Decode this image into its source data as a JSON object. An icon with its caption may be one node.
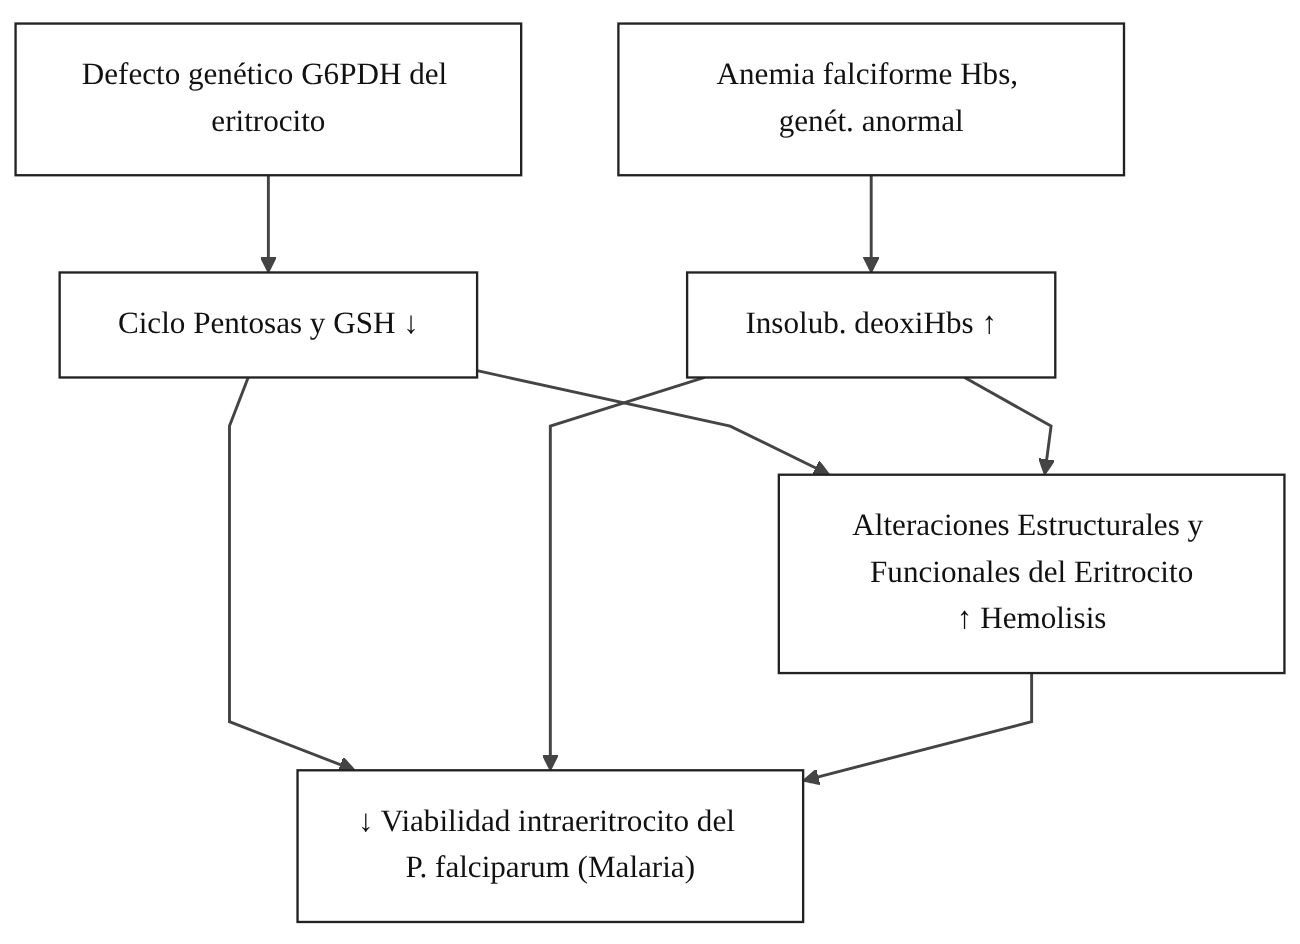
{
  "diagram": {
    "nodes": [
      {
        "text": [
          "Defecto genético G6PDH del eritrocito"
        ]
      },
      {
        "text": [
          "Anemia falciforme Hbs, genét. anormal"
        ]
      },
      {
        "text": [
          "Ciclo Pentosas y GSH ↓"
        ]
      },
      {
        "text": [
          "Insolub. deoxiHbs ↑"
        ]
      },
      {
        "text": [
          "Alteraciones Estructurales y Funcionales del Eritrocito",
          "↑ Hemolisis"
        ]
      },
      {
        "text": [
          "↓ Viabilidad intraeritrocito del P. falciparum (Malaria)"
        ]
      }
    ],
    "edges": [
      {
        "from": 0,
        "to": 2,
        "arrow": "to"
      },
      {
        "from": 1,
        "to": 3,
        "arrow": "to"
      },
      {
        "from": 2,
        "to": 4,
        "arrow": "to"
      },
      {
        "from": 3,
        "to": 4,
        "arrow": "to"
      },
      {
        "from": 2,
        "to": 5,
        "arrow": "to"
      },
      {
        "from": 3,
        "to": 5,
        "arrow": "to"
      },
      {
        "from": 4,
        "to": 5,
        "arrow": "to"
      }
    ]
  }
}
